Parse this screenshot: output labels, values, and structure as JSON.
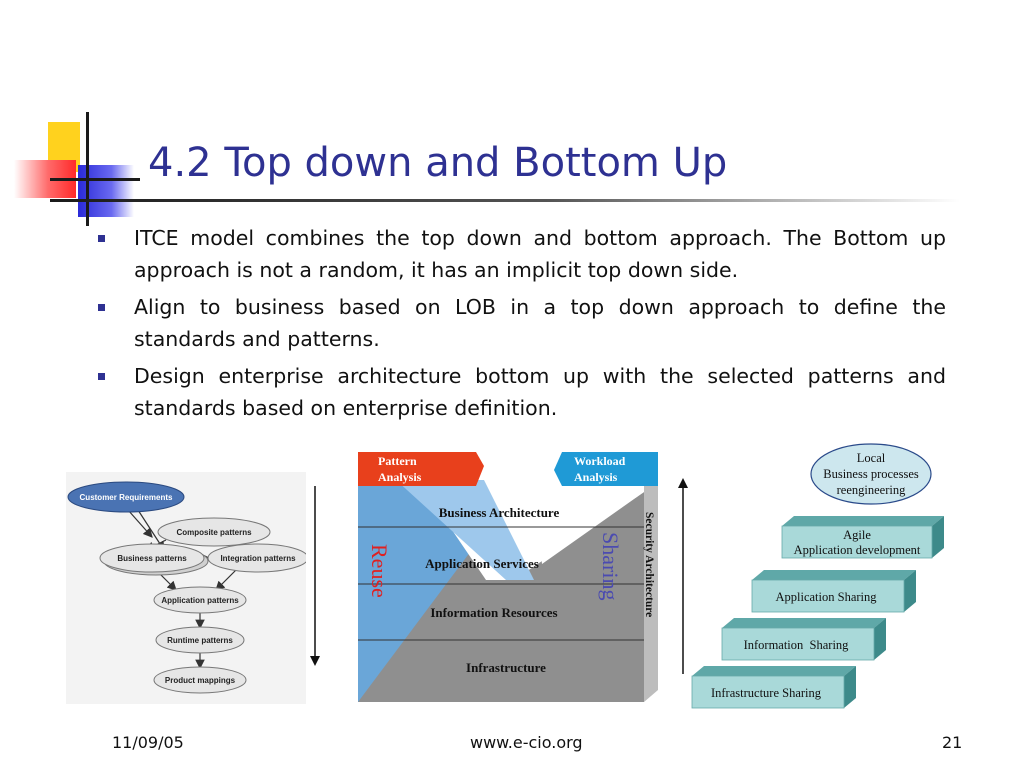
{
  "slide": {
    "title": "4.2 Top down and Bottom Up",
    "bullets": [
      "ITCE model combines the top down and bottom approach. The Bottom up approach is not a random, it has an implicit top down side.",
      "Align to business based on LOB in a top down approach to define the standards and patterns.",
      "Design enterprise architecture bottom up with the selected patterns and standards based on enterprise definition."
    ],
    "footer": {
      "date": "11/09/05",
      "url": "www.e-cio.org",
      "page": "21"
    }
  },
  "pattern_flow": {
    "nodes": [
      "Customer Requirements",
      "Composite patterns",
      "Business patterns",
      "Integration patterns",
      "Application patterns",
      "Runtime patterns",
      "Product mappings"
    ]
  },
  "architecture_layers": {
    "top_left_tag": [
      "Pattern",
      "Analysis"
    ],
    "top_right_tag": [
      "Workload",
      "Analysis"
    ],
    "layers": [
      "Business Architecture",
      "Application Services",
      "Information Resources",
      "Infrastructure"
    ],
    "left_label": "Reuse",
    "right_label": "Sharing",
    "side_label": "Security Architecture"
  },
  "sharing_stairs": {
    "top_oval": [
      "Local",
      "Business processes",
      "reengineering"
    ],
    "steps": [
      [
        "Agile",
        "Application development"
      ],
      [
        "Application Sharing"
      ],
      [
        "Information  Sharing"
      ],
      [
        "Infrastructure Sharing"
      ]
    ]
  },
  "colors": {
    "title": "#2e3192",
    "bullet": "#2e3192",
    "tag_red": "#e8401c",
    "tag_blue": "#1f9ad6",
    "step_face": "#a9d9d9",
    "oval": "#cde7ee"
  }
}
